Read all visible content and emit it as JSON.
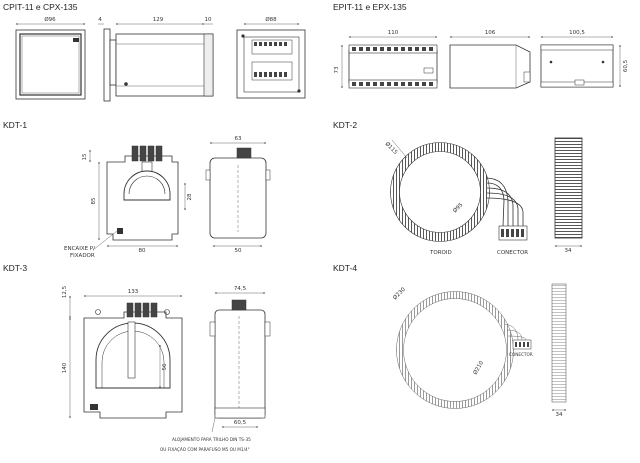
{
  "sections": {
    "cpit": {
      "title": "CPIT-11 e CPX-135",
      "dims": {
        "width": "Ø96",
        "gap": "4",
        "depth": "129",
        "end": "10",
        "back": "Ø88"
      }
    },
    "epit": {
      "title": "EPIT-11 e EPX-135",
      "dims": {
        "front_w": "110",
        "height": "73",
        "side_w": "106",
        "top_w": "100,5",
        "top_h": "60,5"
      }
    },
    "kdt1": {
      "title": "KDT-1",
      "dims": {
        "top": "15",
        "height": "85",
        "base": "80",
        "hole": "28",
        "side_w": "63",
        "side_base": "50"
      },
      "label": "ENCAIXE P/ FIXADOR"
    },
    "kdt2": {
      "title": "KDT-2",
      "dims": {
        "outer": "Ø115",
        "inner": "Ø95",
        "thickness": "34"
      },
      "labels": {
        "toroid": "TOROID",
        "connector": "CONECTOR"
      }
    },
    "kdt3": {
      "title": "KDT-3",
      "dims": {
        "top": "12,5",
        "width": "133",
        "height": "140",
        "hole": "56",
        "side_w": "74,5",
        "side_base": "60,5"
      },
      "notes": [
        "ALOJAMENTO PARA TRILHO DIN TS-35",
        "OU FIXAÇÃO COM PARAFUSO M5 OU M1/4\""
      ]
    },
    "kdt4": {
      "title": "KDT-4",
      "dims": {
        "outer": "Ø230",
        "inner": "Ø210",
        "thickness": "34"
      },
      "labels": {
        "connector": "CONECTOR"
      }
    }
  }
}
